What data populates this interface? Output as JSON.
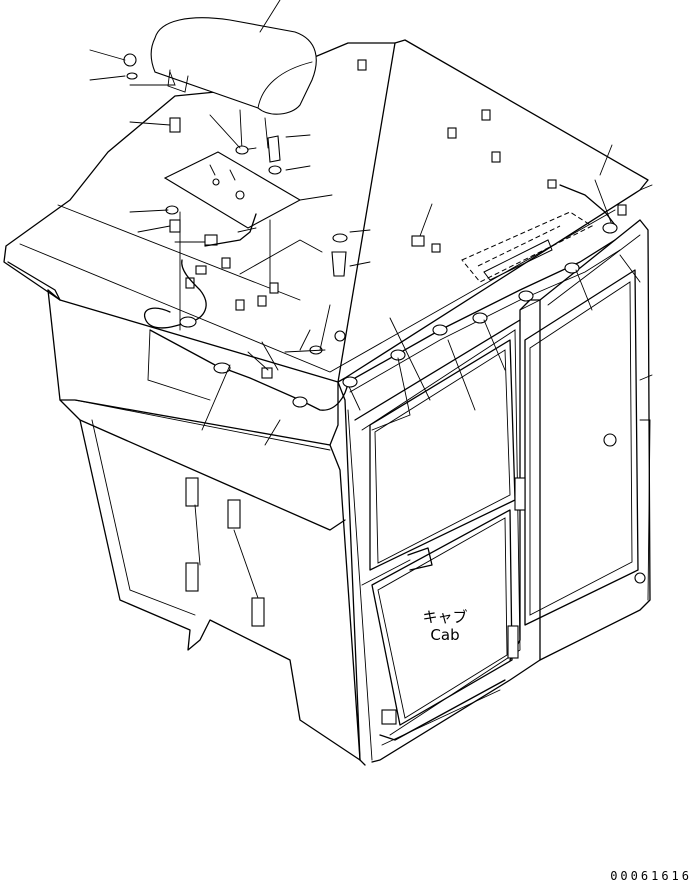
{
  "cab_label_jp": "キャブ",
  "cab_label_en": "Cab",
  "drawing_code": "00061616"
}
